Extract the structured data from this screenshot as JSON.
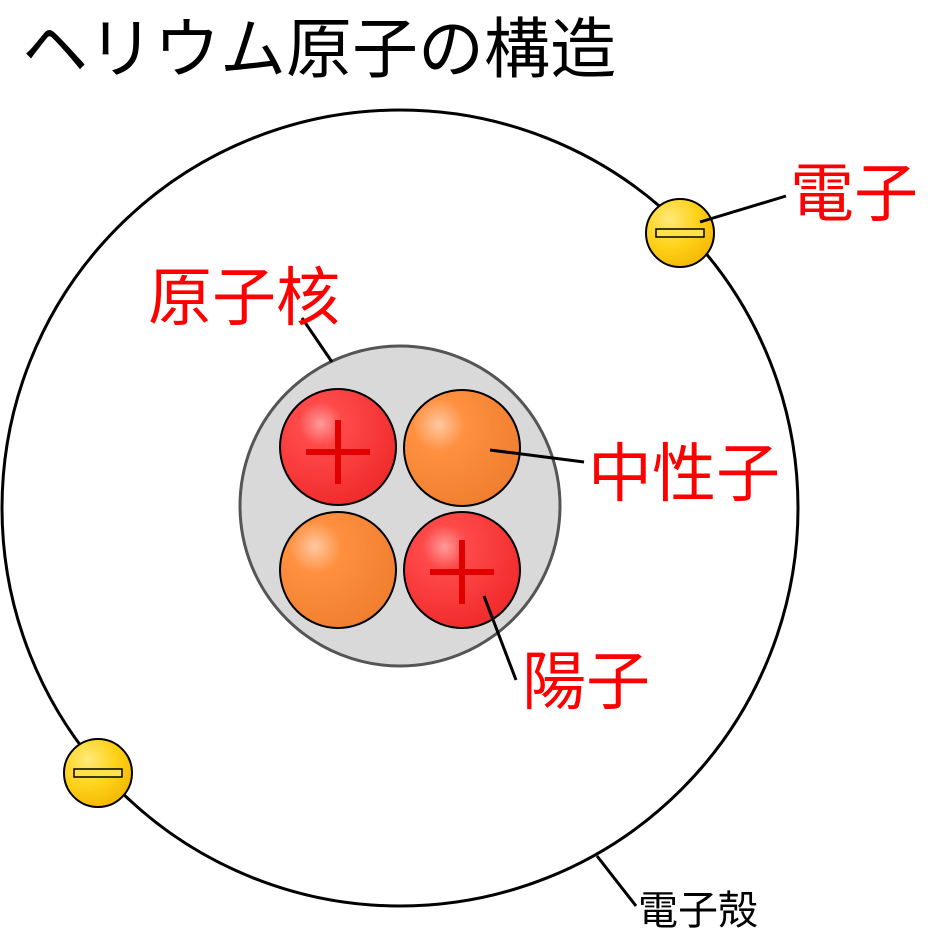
{
  "title": "ヘリウム原子の構造",
  "labels": {
    "electron": "電子",
    "nucleus": "原子核",
    "neutron": "中性子",
    "proton": "陽子",
    "electron_shell": "電子殻"
  },
  "colors": {
    "label": "#ff0000",
    "proton": "#ff3b3b",
    "neutron": "#ff8c3a",
    "electron": "#ffd21a",
    "nucleus_fill": "#d9d9d9",
    "line": "#000000"
  },
  "symbols": {
    "proton": "plus-sign",
    "electron": "minus-sign"
  }
}
